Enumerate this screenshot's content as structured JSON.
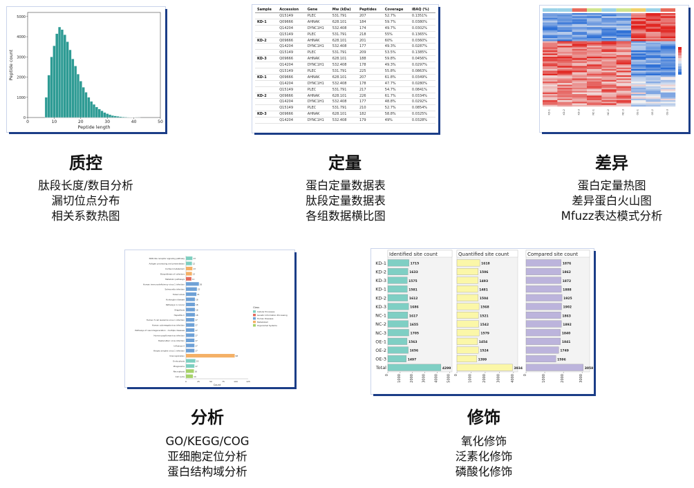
{
  "sections": [
    {
      "id": "qc",
      "title": "质控",
      "lines": [
        "肽段长度/数目分析",
        "漏切位点分布",
        "相关系数热图"
      ]
    },
    {
      "id": "quant",
      "title": "定量",
      "lines": [
        "蛋白定量数据表",
        "肽段定量数据表",
        "各组数据横比图"
      ]
    },
    {
      "id": "diff",
      "title": "差异",
      "lines": [
        "蛋白定量热图",
        "差异蛋白火山图",
        "Mfuzz表达模式分析"
      ]
    },
    {
      "id": "analysis",
      "title": "分析",
      "lines": [
        "GO/KEGG/COG",
        "亚细胞定位分析",
        "蛋白结构域分析"
      ]
    },
    {
      "id": "mod",
      "title": "修饰",
      "lines": [
        "氧化修饰",
        "泛素化修饰",
        "磷酸化修饰"
      ]
    }
  ],
  "histogram": {
    "chart_data": {
      "type": "bar",
      "xlabel": "Peptide length",
      "ylabel": "Peptide count",
      "xticks": [
        "0",
        "10",
        "20",
        "30",
        "40",
        "50"
      ],
      "yticks": [
        "0",
        "1000",
        "2000",
        "3000",
        "4000",
        "5000"
      ],
      "ylim": [
        0,
        5200
      ],
      "xlim": [
        0,
        50
      ],
      "bar_color": "#2e9b94",
      "x": [
        7,
        8,
        9,
        10,
        11,
        12,
        13,
        14,
        15,
        16,
        17,
        18,
        19,
        20,
        21,
        22,
        23,
        24,
        25,
        26,
        27,
        28,
        29,
        30,
        31,
        32,
        33,
        34,
        35,
        36,
        37,
        38,
        39,
        40,
        41,
        42
      ],
      "values": [
        1000,
        2100,
        3000,
        3550,
        4150,
        4480,
        4350,
        4100,
        3750,
        3350,
        2900,
        2550,
        2150,
        1800,
        1500,
        1250,
        1000,
        800,
        650,
        520,
        420,
        330,
        250,
        190,
        140,
        100,
        80,
        60,
        40,
        30,
        20,
        15,
        10,
        6,
        4,
        2
      ]
    }
  },
  "table": {
    "headers": [
      "Sample",
      "Accession",
      "Gene",
      "Mw (kDa)",
      "Peptides",
      "Coverage",
      "iBAQ (%)"
    ],
    "groups": [
      {
        "sample": "KD-1",
        "rows": [
          [
            "Q15149",
            "PLEC",
            "531.791",
            "207",
            "52.7%",
            "0.1351%"
          ],
          [
            "Q09666",
            "AHNAK",
            "628.101",
            "184",
            "59.7%",
            "0.0380%"
          ],
          [
            "Q14204",
            "DYNC1H1",
            "532.408",
            "174",
            "49.7%",
            "0.0302%"
          ]
        ]
      },
      {
        "sample": "KD-2",
        "rows": [
          [
            "Q15149",
            "PLEC",
            "531.791",
            "218",
            "55%",
            "0.1365%"
          ],
          [
            "Q09666",
            "AHNAK",
            "628.101",
            "201",
            "60%",
            "0.0360%"
          ],
          [
            "Q14204",
            "DYNC1H1",
            "532.408",
            "177",
            "49.3%",
            "0.0287%"
          ]
        ]
      },
      {
        "sample": "KD-3",
        "rows": [
          [
            "Q15149",
            "PLEC",
            "531.791",
            "209",
            "53.5%",
            "0.1385%"
          ],
          [
            "Q09666",
            "AHNAK",
            "628.101",
            "188",
            "59.8%",
            "0.0456%"
          ],
          [
            "Q14204",
            "DYNC1H1",
            "532.408",
            "178",
            "49.3%",
            "0.0297%"
          ]
        ]
      },
      {
        "sample": "KD-1",
        "rows": [
          [
            "Q15149",
            "PLEC",
            "531.791",
            "225",
            "55.8%",
            "0.0863%"
          ],
          [
            "Q09666",
            "AHNAK",
            "628.101",
            "207",
            "61.8%",
            "0.0349%"
          ],
          [
            "Q14204",
            "DYNC1H1",
            "532.408",
            "178",
            "47.7%",
            "0.0280%"
          ]
        ]
      },
      {
        "sample": "KD-2",
        "rows": [
          [
            "Q15149",
            "PLEC",
            "531.791",
            "217",
            "54.7%",
            "0.0841%"
          ],
          [
            "Q09666",
            "AHNAK",
            "628.101",
            "226",
            "61.7%",
            "0.0334%"
          ],
          [
            "Q14204",
            "DYNC1H1",
            "532.408",
            "177",
            "48.8%",
            "0.0292%"
          ]
        ]
      },
      {
        "sample": "KD-3",
        "rows": [
          [
            "Q15149",
            "PLEC",
            "531.791",
            "210",
            "52.7%",
            "0.0854%"
          ],
          [
            "Q09666",
            "AHNAK",
            "628.101",
            "182",
            "58.8%",
            "0.0325%"
          ],
          [
            "Q14204",
            "DYNC1H1",
            "532.408",
            "179",
            "49%",
            "0.0328%"
          ]
        ]
      }
    ]
  },
  "heatmap": {
    "chart_data": {
      "type": "heatmap",
      "columns": [
        "KD-1",
        "KD-2",
        "KD-3",
        "NC-1",
        "NC-2",
        "NC-3",
        "OE-1",
        "OE-2",
        "OE-3"
      ],
      "colors": {
        "low": "#2c6fd6",
        "mid": "#f2f2f2",
        "high": "#e0201b"
      }
    }
  },
  "enrichment": {
    "chart_data": {
      "type": "bar",
      "xlabel": "Count",
      "xticks": [
        "0",
        "25",
        "50",
        "75",
        "100",
        "125"
      ],
      "legend_title": "Class",
      "legend": [
        {
          "name": "Cellular Processes",
          "color": "#7ecfc0"
        },
        {
          "name": "Genetic Information Processing",
          "color": "#e36a5d"
        },
        {
          "name": "Human Diseases",
          "color": "#6fa1d6"
        },
        {
          "name": "Metabolism",
          "color": "#f4b066"
        },
        {
          "name": "Organismal Systems",
          "color": "#a6d26b"
        }
      ],
      "categories": [
        "NOD-like receptor signaling pathway",
        "Antigen processing and presentation",
        "Cortisol metabolism",
        "Biosynthesis of cofactors",
        "Metabolic pathways",
        "Human immunodeficiency virus 1 infection",
        "Salmonella infection",
        "Tuberculosis",
        "Huntington disease",
        "Pathways in cancer",
        "Shigellosis",
        "Hepatitis C",
        "Human T-cell leukemia virus 1 infection",
        "Human cytomegalovirus infection",
        "Pathways of neurodegeneration - multiple diseases",
        "Human papillomavirus infection",
        "Epstein-Barr virus infection",
        "Influenza A",
        "Herpes simplex virus 1 infection",
        "Viral replication",
        "Endocytosis",
        "Phagosome",
        "Necroptosis",
        "Cell cycle"
      ],
      "values": [
        13,
        12,
        13,
        12,
        11,
        26,
        22,
        21,
        18,
        18,
        18,
        18,
        17,
        17,
        17,
        17,
        17,
        17,
        17,
        98,
        19,
        17,
        16,
        14
      ],
      "classes": [
        0,
        0,
        3,
        3,
        1,
        2,
        2,
        2,
        2,
        2,
        2,
        2,
        2,
        2,
        2,
        2,
        2,
        2,
        2,
        3,
        0,
        0,
        4,
        4
      ]
    }
  },
  "sitecount": {
    "chart_data": {
      "type": "bar",
      "panels": [
        {
          "title": "Identified site count",
          "color": "#7fcfc4",
          "values": [
            1715,
            1633,
            1575,
            1581,
            1612,
            1686,
            1617,
            1655,
            1705,
            1563,
            1656,
            1497,
            4299
          ],
          "xticks": [
            "0",
            "1000",
            "2000",
            "3000",
            "4000",
            "5000"
          ],
          "xmax": 5200
        },
        {
          "title": "Quantified site count",
          "color": "#fbf7a8",
          "values": [
            1618,
            1506,
            1493,
            1481,
            1504,
            1568,
            1521,
            1542,
            1579,
            1454,
            1524,
            1399,
            3934
          ],
          "xticks": [
            "0",
            "1000",
            "2000",
            "3000",
            "4000"
          ],
          "xmax": 4300
        },
        {
          "title": "Compared site count",
          "color": "#bcb4dc",
          "values": [
            1876,
            1862,
            1872,
            1888,
            1925,
            1902,
            1863,
            1892,
            1840,
            1841,
            1749,
            1596,
            3058
          ],
          "xticks": [
            "0",
            "1000",
            "2000",
            "3000"
          ],
          "xmax": 3400
        }
      ],
      "categories": [
        "KD-1",
        "KD-2",
        "KD-3",
        "KD-1",
        "KD-2",
        "KD-3",
        "NC-1",
        "NC-2",
        "NC-3",
        "OE-1",
        "OE-2",
        "OE-3",
        "Total"
      ]
    }
  }
}
